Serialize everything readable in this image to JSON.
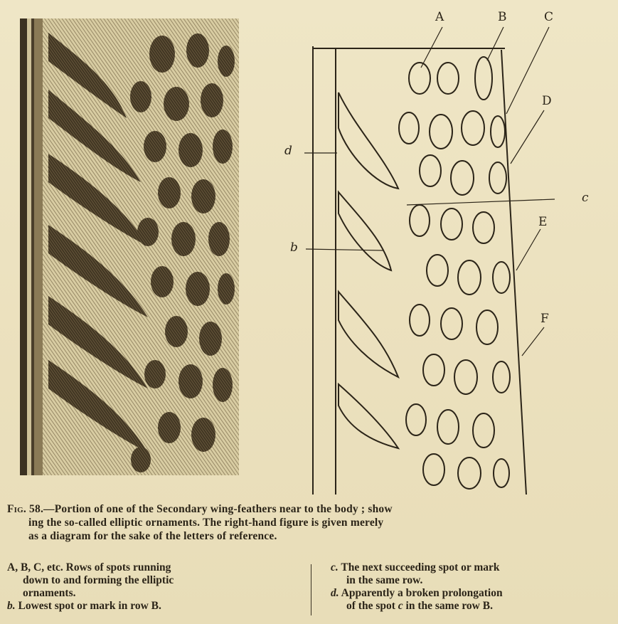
{
  "figure": {
    "letters": {
      "A": "A",
      "B": "B",
      "C": "C",
      "D": "D",
      "E": "E",
      "F": "F",
      "c": "c",
      "b": "b",
      "d": "d"
    }
  },
  "caption": {
    "fig_label": "Fig. 58.",
    "line1": "—Portion of one of the Secondary wing-feathers near to the body ; show",
    "line2": "ing the so-called elliptic ornaments.   The right-hand figure is given merely",
    "line3": "as a diagram for the sake of the letters of reference."
  },
  "legend": {
    "left": {
      "item1_line1": "A, B, C, etc.   Rows of spots running",
      "item1_line2": "down to and forming the elliptic",
      "item1_line3": "ornaments.",
      "item2_key": "b.",
      "item2_text": " Lowest spot or mark in row B."
    },
    "right": {
      "item1_key": "c.",
      "item1_line1": " The next succeeding spot or mark",
      "item1_line2": "in the same row.",
      "item2_key": "d.",
      "item2_line1": " Apparently a broken  prolongation",
      "item2_line2a": "of the spot ",
      "item2_line2_key": "c",
      "item2_line2b": " in the same row B."
    }
  }
}
